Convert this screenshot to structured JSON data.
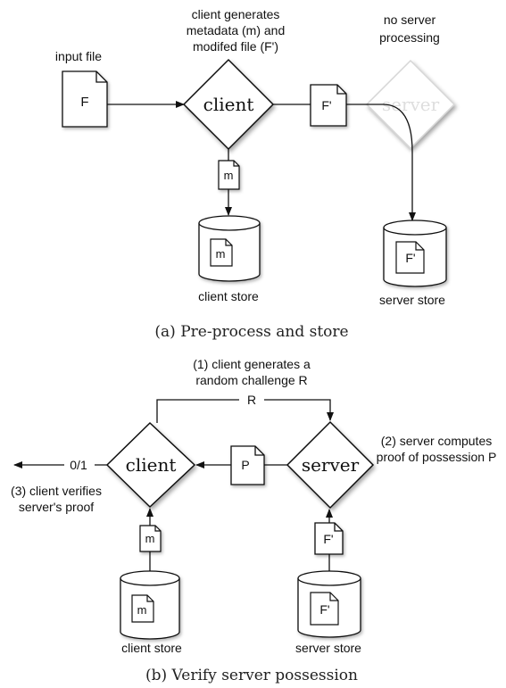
{
  "part_a": {
    "input_file_label": "input file",
    "file_f": "F",
    "client_label": "client",
    "client_note_1": "client generates",
    "client_note_2": "metadata (m) and",
    "client_note_3": "modifed file (F')",
    "file_f_prime": "F'",
    "server_label": "server",
    "server_note_1": "no server",
    "server_note_2": "processing",
    "meta_m": "m",
    "store_m": "m",
    "store_f_prime": "F'",
    "client_store": "client store",
    "server_store": "server store",
    "caption": "(a) Pre-process and store"
  },
  "part_b": {
    "challenge_note_1": "(1) client generates a",
    "challenge_note_2": "random challenge R",
    "challenge_r": "R",
    "server_note_1": "(2) server computes",
    "server_note_2": "proof of possession P",
    "output": "0/1",
    "client_label": "client",
    "server_label": "server",
    "proof_p": "P",
    "verify_note_1": "(3) client verifies",
    "verify_note_2": "server's proof",
    "meta_m": "m",
    "file_f_prime": "F'",
    "store_m": "m",
    "store_f_prime": "F'",
    "client_store": "client store",
    "server_store": "server store",
    "caption": "(b) Verify server possession"
  }
}
